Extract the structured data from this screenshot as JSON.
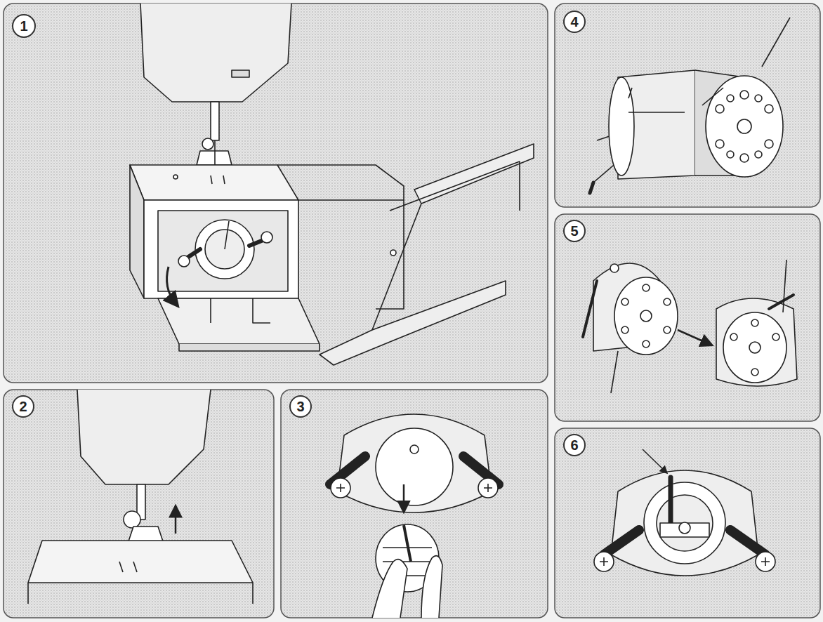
{
  "diagram": {
    "nodes": [
      {
        "text": [
          "1"
        ]
      },
      {
        "text": [
          "4"
        ]
      },
      {
        "text": [
          "5"
        ]
      },
      {
        "text": [
          "2"
        ]
      },
      {
        "text": [
          "3"
        ]
      },
      {
        "text": [
          "6"
        ]
      }
    ]
  }
}
